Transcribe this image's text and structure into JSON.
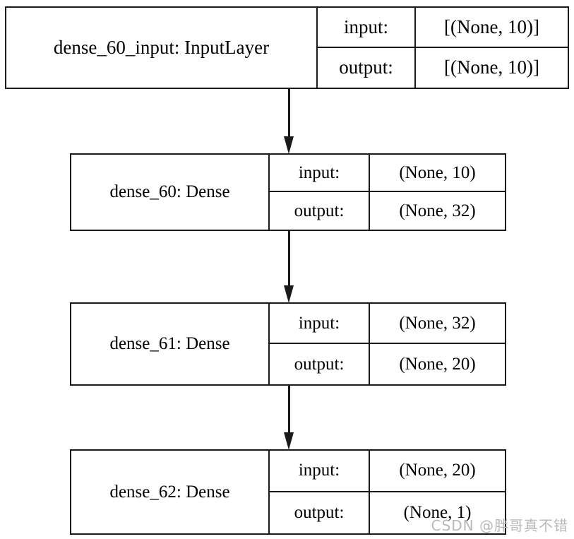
{
  "diagram": {
    "title": "Keras model plot",
    "type": "neural-network-layer-graph",
    "orientation": "top-to-bottom",
    "io_labels": {
      "input": "input:",
      "output": "output:"
    },
    "nodes": [
      {
        "id": "dense_60_input",
        "name": "dense_60_input: InputLayer",
        "input_label": "input:",
        "input_shape": "[(None, 10)]",
        "output_label": "output:",
        "output_shape": "[(None, 10)]"
      },
      {
        "id": "dense_60",
        "name": "dense_60: Dense",
        "input_label": "input:",
        "input_shape": "(None, 10)",
        "output_label": "output:",
        "output_shape": "(None, 32)"
      },
      {
        "id": "dense_61",
        "name": "dense_61: Dense",
        "input_label": "input:",
        "input_shape": "(None, 32)",
        "output_label": "output:",
        "output_shape": "(None, 20)"
      },
      {
        "id": "dense_62",
        "name": "dense_62: Dense",
        "input_label": "input:",
        "input_shape": "(None, 20)",
        "output_label": "output:",
        "output_shape": "(None, 1)"
      }
    ],
    "edges": [
      {
        "from": "dense_60_input",
        "to": "dense_60"
      },
      {
        "from": "dense_60",
        "to": "dense_61"
      },
      {
        "from": "dense_61",
        "to": "dense_62"
      }
    ]
  },
  "watermark": {
    "text": "CSDN @胖哥真不错"
  },
  "colors": {
    "border": "#1a1a1a",
    "background": "#ffffff",
    "text": "#000000",
    "watermark": "#b9b9b9"
  }
}
